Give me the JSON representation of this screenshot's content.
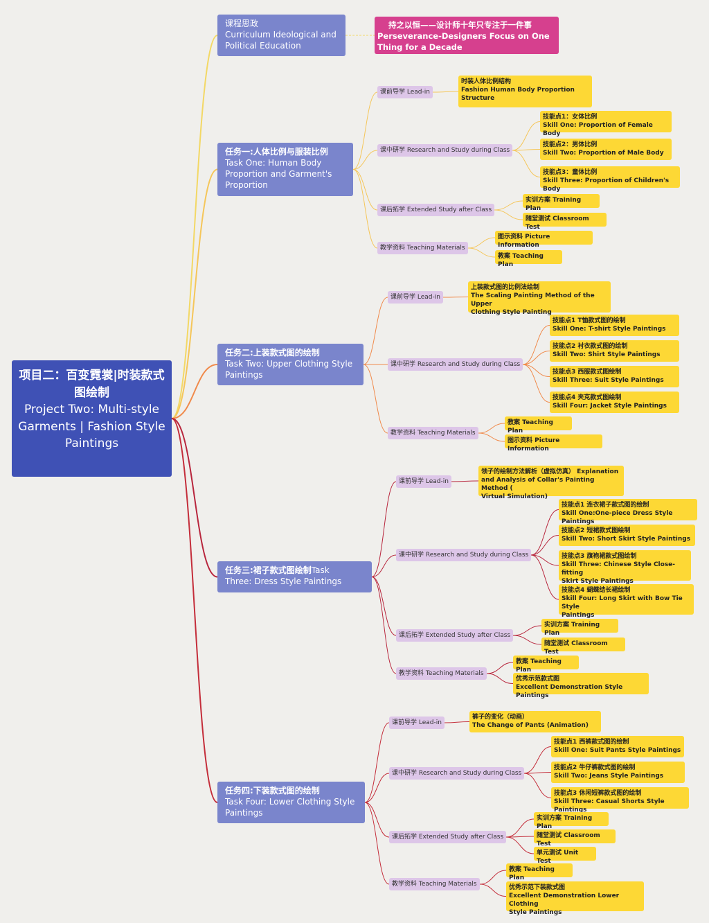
{
  "root": {
    "title_zh": "项目二：百变霓裳|时装款式图绘制",
    "title_en": "Project Two: Multi-style Garments | Fashion Style Paintings"
  },
  "ideology": {
    "title": "课程思政\nCurriculum Ideological and\nPolitical Education",
    "note_zh": "持之以恒——设计师十年只专注于一件事",
    "note_en": "Perseverance-Designers Focus on One\nThing for a Decade"
  },
  "task1": {
    "title_zh": "任务一:人体比例与服装比例",
    "title_en": "Task One: Human Body\nProportion and Garment's\nProportion",
    "leadin": "课前导学 Lead-in",
    "leadin_item": "时装人体比例结构\nFashion Human Body Proportion\nStructure",
    "research": "课中研学 Research and Study during Class",
    "skills": [
      "技能点1：女体比例\nSkill One: Proportion of Female Body",
      "技能点2：男体比例\nSkill Two: Proportion of Male Body",
      "技能点3：童体比例\nSkill Three: Proportion of Children's Body"
    ],
    "after": "课后拓学 Extended Study after Class",
    "after_items": [
      "实训方案 Training Plan",
      "随堂测试 Classroom Test"
    ],
    "materials": "教学资料 Teaching Materials",
    "materials_items": [
      "图示资料 Picture Information",
      "教案 Teaching Plan"
    ]
  },
  "task2": {
    "title_zh": "任务二:上装款式图的绘制",
    "title_en": "Task Two: Upper Clothing Style\nPaintings",
    "leadin": "课前导学 Lead-in",
    "leadin_item": "上装款式图的比例法绘制\nThe Scaling Painting Method of the Upper\nClothing Style Painting",
    "research": "课中研学 Research and Study during Class",
    "skills": [
      "技能点1 T恤款式图的绘制\nSkill One: T-shirt Style Paintings",
      "技能点2 衬衣款式图的绘制\nSkill Two: Shirt Style Paintings",
      "技能点3 西服款式图绘制\nSkill Three: Suit Style Paintings",
      "技能点4 夹克款式图绘制\nSkill Four: Jacket Style Paintings"
    ],
    "materials": "教学资料 Teaching Materials",
    "materials_items": [
      "教案  Teaching Plan",
      "图示资料 Picture Information"
    ]
  },
  "task3": {
    "title_zh": "任务三:裙子款式图绘制",
    "title_en": "Task\nThree: Dress Style Paintings",
    "leadin": "课前导学  Lead-in",
    "leadin_item": "领子的绘制方法解析（虚拟仿真）  Explanation\nand Analysis of Collar's Painting Method (\nVirtual Simulation)",
    "research": "课中研学 Research and Study during Class",
    "skills": [
      "技能点1 连衣裙子款式图的绘制\nSkill One:One-piece Dress Style Paintings",
      "技能点2 短裙款式图绘制\nSkill Two: Short Skirt Style Paintings",
      "技能点3 旗袍裙款式图绘制\nSkill Three: Chinese Style Close-fitting\nSkirt Style Paintings",
      "技能点4 蝴蝶结长裙绘制\nSkill Four: Long Skirt with Bow Tie Style\nPaintings"
    ],
    "after": "课后拓学 Extended Study after Class",
    "after_items": [
      "实训方案 Training Plan",
      "随堂测试 Classroom Test"
    ],
    "materials": "教学资料 Teaching Materials",
    "materials_items": [
      "教案 Teaching Plan",
      "优秀示范款式图\nExcellent Demonstration Style Paintings"
    ]
  },
  "task4": {
    "title_zh": "任务四:下装款式图的绘制",
    "title_en": "Task Four: Lower Clothing Style\nPaintings",
    "leadin": "课前导学 Lead-in",
    "leadin_item": "裤子的变化（动画）\nThe Change of Pants (Animation)",
    "research": "课中研学 Research and Study during Class",
    "skills": [
      "技能点1 西裤款式图的绘制\nSkill One: Suit Pants Style Paintings",
      "技能点2 牛仔裤款式图的绘制\nSkill Two: Jeans Style Paintings",
      "技能点3 休闲短裤款式图的绘制\nSkill Three: Casual Shorts Style Paintings"
    ],
    "after": "课后拓学 Extended Study after Class",
    "after_items": [
      "实训方案 Training Plan",
      "随堂测试 Classroom Test",
      "单元测试 Unit Test"
    ],
    "materials": "教学资料 Teaching Materials",
    "materials_items": [
      "教案 Teaching Plan",
      "优秀示范下装款式图\nExcellent Demonstration Lower Clothing\nStyle Paintings"
    ]
  },
  "colors": {
    "background": "#f0efec",
    "root": "#3f51b5",
    "task": "#7a85cc",
    "callout": "#d6408e",
    "subtopic": "#ddc6e8",
    "leaf": "#fdd835",
    "edge_ideology": "#f3d865",
    "edge_task1": "#f5c65a",
    "edge_task2": "#f08a4b",
    "edge_task3": "#b8263d",
    "edge_task4": "#c42d3a"
  }
}
